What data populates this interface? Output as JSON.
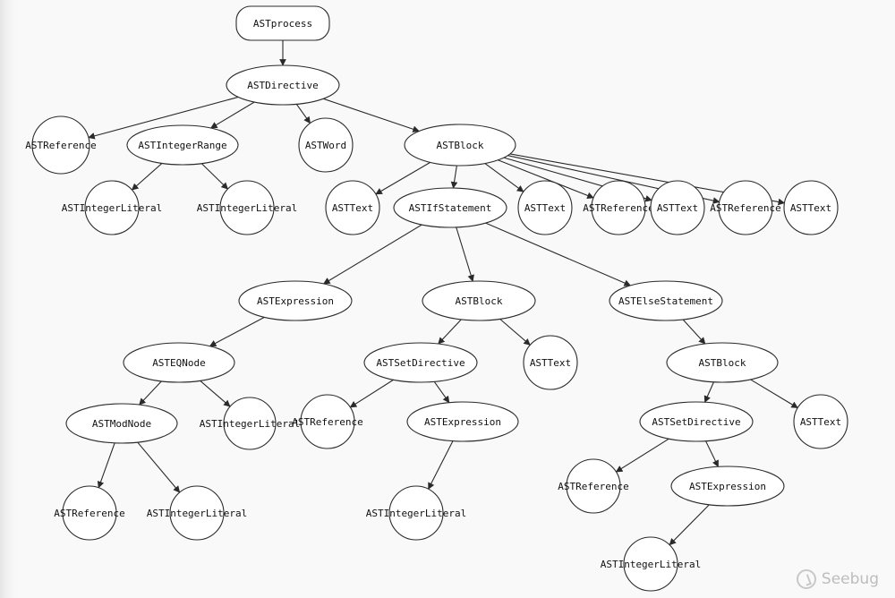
{
  "diagram": {
    "nodes": [
      {
        "id": "n1",
        "label": "ASTprocess"
      },
      {
        "id": "n2",
        "label": "ASTDirective"
      },
      {
        "id": "n3",
        "label": "ASTReference"
      },
      {
        "id": "n4",
        "label": "ASTIntegerRange"
      },
      {
        "id": "n5",
        "label": "ASTWord"
      },
      {
        "id": "n6",
        "label": "ASTBlock"
      },
      {
        "id": "n7",
        "label": "ASTIntegerLiteral"
      },
      {
        "id": "n8",
        "label": "ASTIntegerLiteral"
      },
      {
        "id": "n9",
        "label": "ASTText"
      },
      {
        "id": "n10",
        "label": "ASTIfStatement"
      },
      {
        "id": "n11",
        "label": "ASTText"
      },
      {
        "id": "n12",
        "label": "ASTReference"
      },
      {
        "id": "n13",
        "label": "ASTText"
      },
      {
        "id": "n14",
        "label": "ASTReference"
      },
      {
        "id": "n15",
        "label": "ASTText"
      },
      {
        "id": "n16",
        "label": "ASTExpression"
      },
      {
        "id": "n17",
        "label": "ASTBlock"
      },
      {
        "id": "n18",
        "label": "ASTElseStatement"
      },
      {
        "id": "n19",
        "label": "ASTEQNode"
      },
      {
        "id": "n20",
        "label": "ASTSetDirective"
      },
      {
        "id": "n21",
        "label": "ASTText"
      },
      {
        "id": "n22",
        "label": "ASTBlock"
      },
      {
        "id": "n23",
        "label": "ASTModNode"
      },
      {
        "id": "n24",
        "label": "ASTIntegerLiteral"
      },
      {
        "id": "n25",
        "label": "ASTReference"
      },
      {
        "id": "n26",
        "label": "ASTExpression"
      },
      {
        "id": "n27",
        "label": "ASTSetDirective"
      },
      {
        "id": "n28",
        "label": "ASTText"
      },
      {
        "id": "n29",
        "label": "ASTReference"
      },
      {
        "id": "n30",
        "label": "ASTIntegerLiteral"
      },
      {
        "id": "n31",
        "label": "ASTIntegerLiteral"
      },
      {
        "id": "n32",
        "label": "ASTReference"
      },
      {
        "id": "n33",
        "label": "ASTExpression"
      },
      {
        "id": "n34",
        "label": "ASTIntegerLiteral"
      }
    ],
    "edges": [
      [
        "n1",
        "n2"
      ],
      [
        "n2",
        "n3"
      ],
      [
        "n2",
        "n4"
      ],
      [
        "n2",
        "n5"
      ],
      [
        "n2",
        "n6"
      ],
      [
        "n4",
        "n7"
      ],
      [
        "n4",
        "n8"
      ],
      [
        "n6",
        "n9"
      ],
      [
        "n6",
        "n10"
      ],
      [
        "n6",
        "n11"
      ],
      [
        "n6",
        "n12"
      ],
      [
        "n6",
        "n13"
      ],
      [
        "n6",
        "n14"
      ],
      [
        "n6",
        "n15"
      ],
      [
        "n10",
        "n16"
      ],
      [
        "n10",
        "n17"
      ],
      [
        "n10",
        "n18"
      ],
      [
        "n16",
        "n19"
      ],
      [
        "n17",
        "n20"
      ],
      [
        "n17",
        "n21"
      ],
      [
        "n18",
        "n22"
      ],
      [
        "n19",
        "n23"
      ],
      [
        "n19",
        "n24"
      ],
      [
        "n20",
        "n25"
      ],
      [
        "n20",
        "n26"
      ],
      [
        "n22",
        "n27"
      ],
      [
        "n22",
        "n28"
      ],
      [
        "n23",
        "n29"
      ],
      [
        "n23",
        "n30"
      ],
      [
        "n26",
        "n31"
      ],
      [
        "n27",
        "n32"
      ],
      [
        "n27",
        "n33"
      ],
      [
        "n33",
        "n34"
      ]
    ]
  },
  "watermark": {
    "text": "Seebug",
    "icon": "seebug-logo-icon"
  }
}
